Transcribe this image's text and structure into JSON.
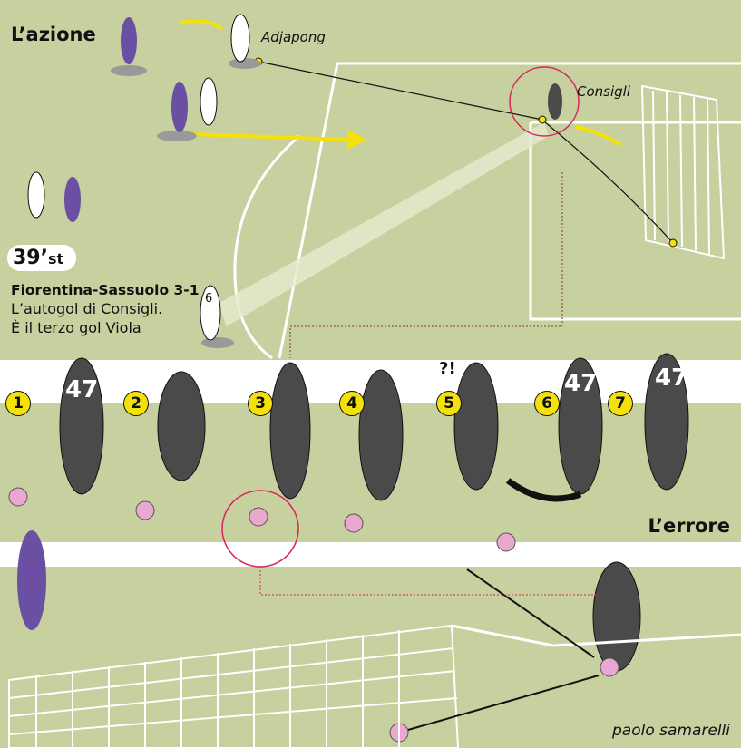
{
  "header": {
    "title": "L’azione"
  },
  "players": {
    "attacker": "Adjapong",
    "goalkeeper": "Consigli",
    "viola_number": "6",
    "keeper_number": "47"
  },
  "score_box": {
    "minute": "39’",
    "period": "st",
    "match": "Fiorentina-Sassuolo 3-1",
    "line1": "L’autogol di Consigli.",
    "line2": "È il terzo gol Viola"
  },
  "sequence": {
    "steps": [
      "1",
      "2",
      "3",
      "4",
      "5",
      "6",
      "7"
    ],
    "reaction": "?!",
    "label": "L’errore"
  },
  "credit": "paolo samarelli",
  "colors": {
    "pitch": "#c7d09f",
    "keeper_kit": "#4a4a4a",
    "trim": "#2e9a5a",
    "viola": "#6a4fa3",
    "accent_yellow": "#f5e10a",
    "highlight_red": "#d8245a"
  }
}
